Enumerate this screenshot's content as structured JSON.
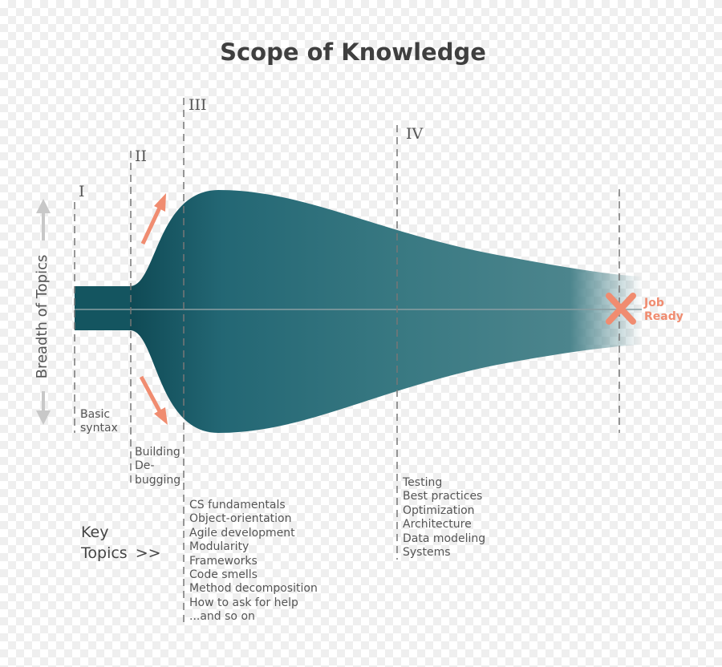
{
  "title": "Scope of Knowledge",
  "axis": {
    "y_label": "Breadth of Topics"
  },
  "phases": [
    {
      "numeral": "I",
      "topics": "Basic\nsyntax"
    },
    {
      "numeral": "II",
      "topics": "Building\nDe-\nbugging"
    },
    {
      "numeral": "III",
      "topics": "CS fundamentals\nObject-orientation\nAgile development\nModularity\nFrameworks\nCode smells\nMethod decomposition\nHow to ask for help\n...and so on"
    },
    {
      "numeral": "IV",
      "topics": "Testing\nBest practices\nOptimization\nArchitecture\nData modeling\nSystems"
    }
  ],
  "key_topics": {
    "line1": "Key",
    "line2": "Topics",
    "arrows": ">>"
  },
  "goal": {
    "line1": "Job",
    "line2": "Ready"
  },
  "colors": {
    "shape_dark": "#145560",
    "shape_mid": "#2c6f79",
    "shape_light": "#4f8a93",
    "accent": "#f08c70",
    "axis_arrow": "#c8c8c8",
    "dashed_line": "#777777"
  }
}
